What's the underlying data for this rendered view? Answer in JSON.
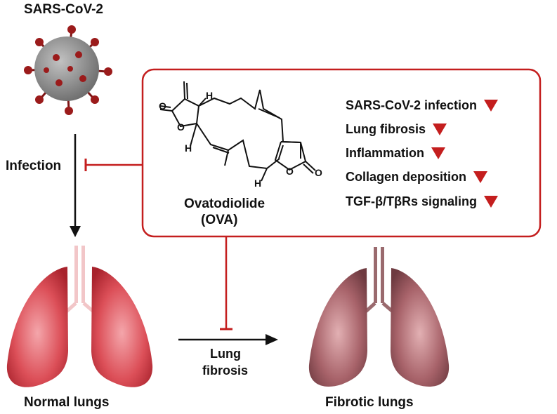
{
  "virus_label": "SARS-CoV-2",
  "infection_label": "Infection",
  "compound": {
    "name": "Ovatodiolide",
    "abbr": "(OVA)",
    "atom_labels": [
      "O",
      "O",
      "O",
      "O",
      "H",
      "H",
      "H"
    ]
  },
  "effects": [
    "SARS-CoV-2 infection",
    "Lung fibrosis",
    "Inflammation",
    "Collagen deposition",
    "TGF-β/TβRs signaling"
  ],
  "process_label_line1": "Lung",
  "process_label_line2": "fibrosis",
  "normal_label": "Normal lungs",
  "fibrotic_label": "Fibrotic lungs",
  "colors": {
    "inhibit_red": "#c41e1e",
    "down_arrow_red": "#c41e1e",
    "virus_body": "#8d8d8d",
    "spike": "#9b1b1b",
    "normal_lung": "#d6414a",
    "fibrotic_lung": "#9a5358"
  }
}
